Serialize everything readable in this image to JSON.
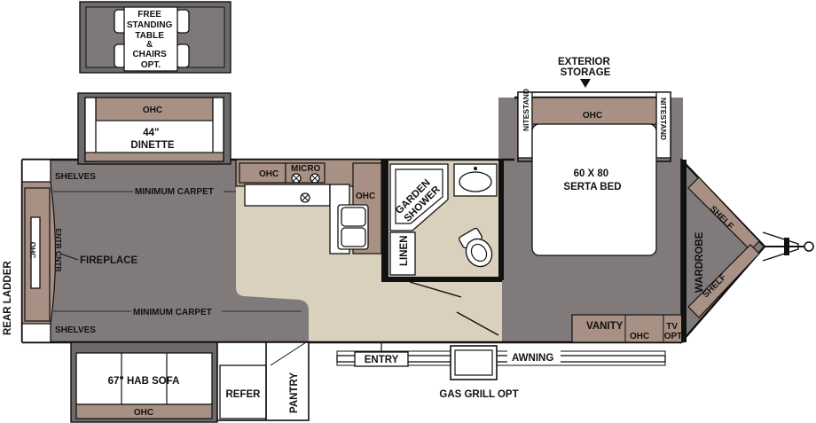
{
  "labels": {
    "free_standing": "FREE STANDING TABLE & CHAIRS OPT.",
    "free_standing_lines": [
      "FREE",
      "STANDING",
      "TABLE",
      "&",
      "CHAIRS",
      "OPT."
    ],
    "dinette_ohc": "OHC",
    "dinette_lines": [
      "44\"",
      "DINETTE"
    ],
    "shelves_top": "SHELVES",
    "shelves_bottom": "SHELVES",
    "minimum_carpet_top": "MINIMUM CARPET",
    "minimum_carpet_bottom": "MINIMUM CARPET",
    "fireplace": "FIREPLACE",
    "entr_cntr": "ENTR CNTR",
    "ohc_rear": "OHC",
    "rear_ladder": "REAR LADDER",
    "kitchen_ohc": "OHC",
    "micro": "MICRO",
    "kitchen_ohc_right": "OHC",
    "garden_shower_lines": [
      "GARDEN",
      "SHOWER"
    ],
    "linen": "LINEN",
    "exterior_storage_lines": [
      "EXTERIOR",
      "STORAGE"
    ],
    "nitestand_left": "NITESTAND",
    "nitestand_right": "NITESTAND",
    "bed_ohc": "OHC",
    "bed_lines": [
      "60 X 80",
      "SERTA BED"
    ],
    "wardrobe": "WARDROBE",
    "shelf_top": "SHELF",
    "shelf_bottom": "SHELF",
    "vanity": "VANITY",
    "vanity_ohc": "OHC",
    "tv_opt_lines": [
      "TV",
      "OPT"
    ],
    "sofa": "67\" HAB SOFA",
    "sofa_ohc": "OHC",
    "refer": "REFER",
    "pantry": "PANTRY",
    "entry": "ENTRY",
    "awning": "AWNING",
    "gas_grill": "GAS GRILL OPT"
  },
  "colors": {
    "carpet": "#807b7a",
    "linoleum": "#d9d0bd",
    "cabinet": "#a89184",
    "outline": "#111111",
    "fixture": "#ffffff"
  }
}
